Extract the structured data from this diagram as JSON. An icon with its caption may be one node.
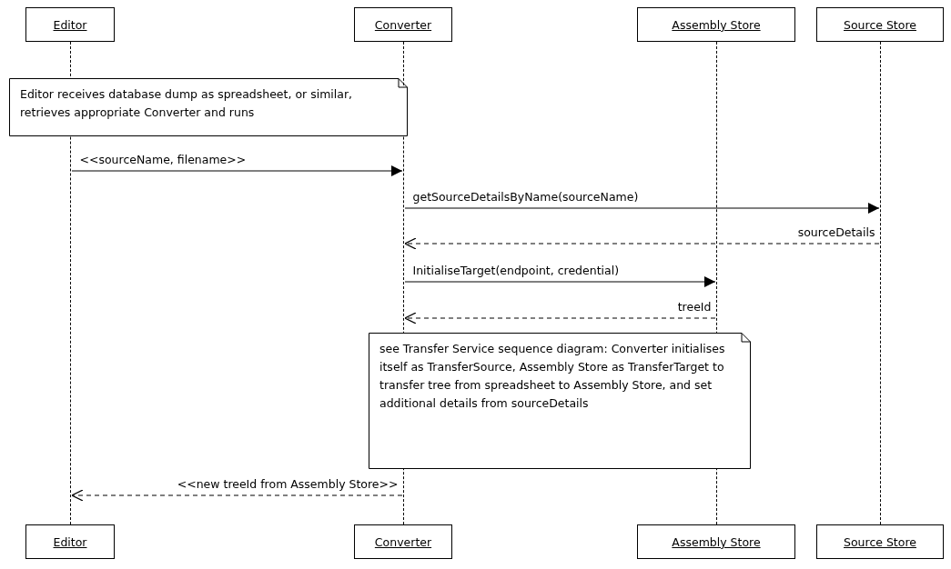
{
  "diagram": {
    "nodes": [
      {
        "text": [
          "Editor"
        ]
      },
      {
        "text": [
          "Converter"
        ]
      },
      {
        "text": [
          "Assembly Store"
        ]
      },
      {
        "text": [
          "Source Store"
        ]
      },
      {
        "text": [],
        "shape": "line"
      },
      {
        "text": [],
        "shape": "line"
      },
      {
        "text": [],
        "shape": "line"
      },
      {
        "text": [],
        "shape": "line"
      },
      {
        "text": [
          "Editor receives database dump as spreadsheet, or similar, retrieves appropriate Converter and runs"
        ]
      },
      {
        "text": [
          "see Transfer Service sequence diagram: Converter initialises itself as TransferSource, Assembly Store as TransferTarget to transfer tree from spreadsheet to Assembly Store, and set additional details from sourceDetails"
        ]
      },
      {
        "text": [
          "Editor"
        ]
      },
      {
        "text": [
          "Converter"
        ]
      },
      {
        "text": [
          "Assembly Store"
        ]
      },
      {
        "text": [
          "Source Store"
        ]
      }
    ],
    "edges": [
      {
        "from": 4,
        "to": 5,
        "arrow": "to",
        "label": "<<sourceName, filename>>"
      },
      {
        "from": 5,
        "to": 7,
        "arrow": "to",
        "label": "getSourceDetailsByName(sourceName)"
      },
      {
        "from": 7,
        "to": 5,
        "arrow": "to",
        "style": "dashed",
        "label": "sourceDetails"
      },
      {
        "from": 5,
        "to": 6,
        "arrow": "to",
        "label": "InitialiseTarget(endpoint, credential)"
      },
      {
        "from": 6,
        "to": 5,
        "arrow": "to",
        "style": "dashed",
        "label": "treeId"
      },
      {
        "from": 5,
        "to": 4,
        "arrow": "to",
        "style": "dashed",
        "label": "<<new treeId from Assembly Store>>"
      }
    ]
  }
}
